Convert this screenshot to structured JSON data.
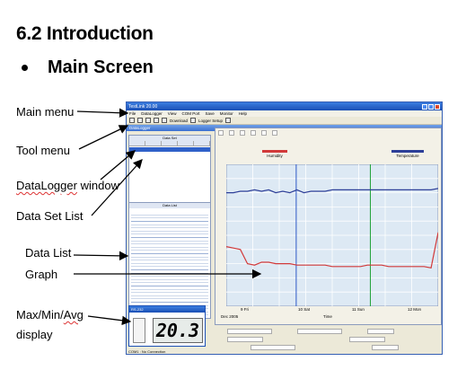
{
  "section_heading": "6.2 Introduction",
  "bullet": "Main Screen",
  "labels": {
    "main_menu": "Main menu",
    "tool_menu": "Tool menu",
    "datalogger_window_a": "DataLogger",
    "datalogger_window_b": "window",
    "data_set_list": "Data Set List",
    "data_list": "Data List",
    "graph": "Graph",
    "minmax_a": "Max/Min/",
    "minmax_b": "Avg",
    "display": "display"
  },
  "app": {
    "title": "TestLink 20.00",
    "menu": [
      "File",
      "DataLogger",
      "View",
      "COM Port",
      "Save",
      "Monitor",
      "Help"
    ],
    "toolbar": [
      "Download",
      "Logger Setup"
    ],
    "datalogger_title": "DataLogger",
    "dataset_title": "Data Set",
    "datalist_title": "Data List",
    "legend_humidity": "Humidity",
    "legend_temperature": "Temperature",
    "x_ticks": [
      "9 Fri",
      "10 Sat",
      "11 Sun",
      "12 Mon"
    ],
    "x_axis_label": "Time",
    "date_label": "Dec 2005",
    "minmax_title": "RS-232",
    "lcd_value": "20.3",
    "status": "COM1 : No Connection"
  },
  "colors": {
    "humidity": "#d23a3a",
    "temperature": "#2d3f98",
    "cursor_blue": "#2e59c6",
    "cursor_green": "#22a33a",
    "plot_bg": "#dde9f4"
  },
  "chart_data": {
    "type": "line",
    "x_ticks": [
      "9 Fri",
      "10 Sat",
      "11 Sun",
      "12 Mon"
    ],
    "xlabel": "Time",
    "series": [
      {
        "name": "Humidity",
        "values": [
          42,
          41,
          40,
          30,
          29,
          31,
          31,
          30,
          30,
          30,
          29,
          29,
          29,
          29,
          29,
          28,
          28,
          28,
          28,
          28,
          29,
          29,
          29,
          28,
          28,
          28,
          28,
          28,
          28,
          27,
          52
        ]
      },
      {
        "name": "Temperature",
        "values": [
          80,
          80,
          81,
          81,
          82,
          81,
          82,
          80,
          81,
          80,
          82,
          80,
          81,
          81,
          81,
          82,
          82,
          82,
          82,
          82,
          82,
          82,
          82,
          82,
          82,
          82,
          82,
          82,
          82,
          82,
          83
        ]
      }
    ]
  }
}
